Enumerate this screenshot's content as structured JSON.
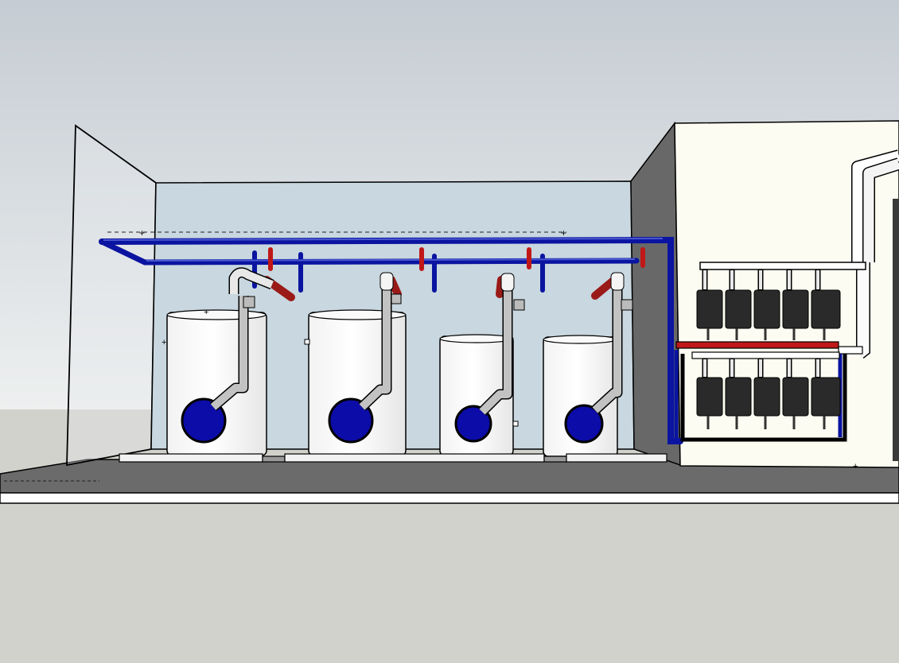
{
  "scene": {
    "type": "3D model render of a mechanical room",
    "colors": {
      "sky_top": "#c5ccd3",
      "sky_bottom": "#eef0f0",
      "ground": "#d2d2cc",
      "floor_slab": "#6b6b6b",
      "back_wall": "#c8d7e0",
      "side_wall": "#686868",
      "panel_wall": "#fcfcf2",
      "supply_pipe": "#0a14a0",
      "hot_pipe": "#c01818",
      "vent_pipe": "#c2c2c2",
      "tank_body": "#ffffff",
      "burner_port": "#0c0ca8",
      "manifold_pump": "#2a2a2a"
    },
    "water_heaters": [
      {
        "id": "heater-1",
        "size": "large"
      },
      {
        "id": "heater-2",
        "size": "large"
      },
      {
        "id": "heater-3",
        "size": "small"
      },
      {
        "id": "heater-4",
        "size": "small"
      }
    ],
    "manifold_rows": [
      {
        "id": "upper",
        "pumps": 5
      },
      {
        "id": "lower",
        "pumps": 5
      }
    ]
  }
}
